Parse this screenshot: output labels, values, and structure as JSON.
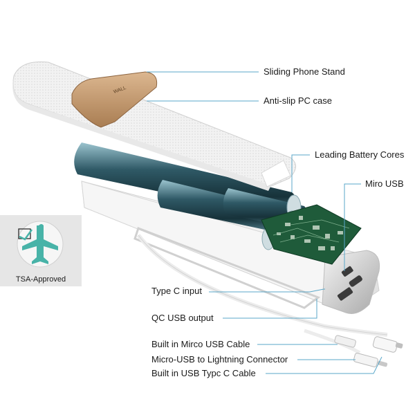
{
  "callouts": {
    "sliding_stand": "Sliding Phone Stand",
    "anti_slip_case": "Anti-slip PC case",
    "battery_cores": "Leading Battery Cores",
    "micro_usb": "Miro USB",
    "type_c_input": "Type C input",
    "qc_usb_output": "QC USB output",
    "micro_usb_cable": "Built in Mirco USB Cable",
    "lightning_connector": "Micro-USB to Lightning Connector",
    "typec_cable": "Built in USB Typc C Cable"
  },
  "badge": {
    "label": "TSA-Approved",
    "icon": "airplane-check-icon"
  },
  "stand_engraving": "WALL",
  "colors": {
    "leader_line": "#5aa7c9",
    "case": "#f3f3f3",
    "battery": "#2e5563",
    "pcb": "#1f5b3a",
    "stand": "#c29a70"
  }
}
